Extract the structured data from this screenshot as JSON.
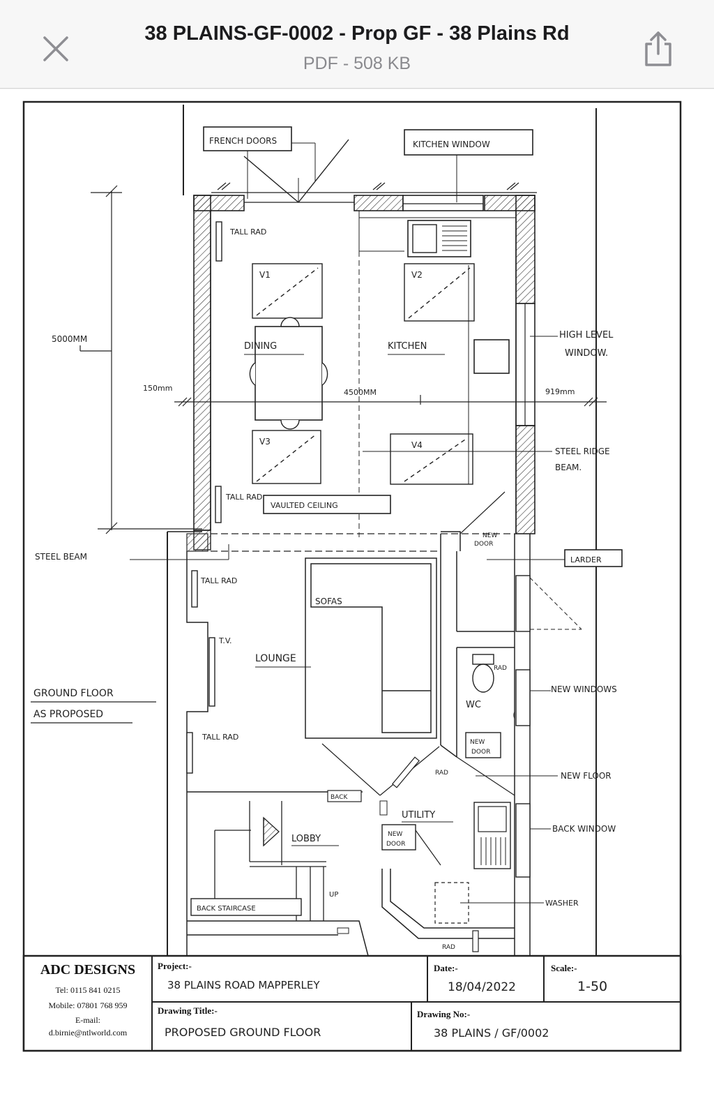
{
  "viewer": {
    "title": "38 PLAINS-GF-0002 - Prop GF - 38 Plains Rd",
    "subtitle": "PDF - 508 KB",
    "close_icon": "close-icon",
    "share_icon": "share-icon"
  },
  "drawing": {
    "labels": {
      "french_doors": "FRENCH DOORS",
      "kitchen_window": "KITCHEN WINDOW",
      "tall_rad": "TALL RAD",
      "v1": "V1",
      "v2": "V2",
      "v3": "V3",
      "v4": "V4",
      "dining": "DINING",
      "kitchen": "KITCHEN",
      "high_level_window_1": "HIGH LEVEL",
      "high_level_window_2": "WINDOW.",
      "dim_5000": "5000MM",
      "dim_150": "150mm",
      "dim_4500": "4500MM",
      "dim_919": "919mm",
      "steel_ridge_beam_1": "STEEL RIDGE",
      "steel_ridge_beam_2": "BEAM.",
      "vaulted_ceiling": "VAULTED CEILING",
      "new_door_1": "NEW",
      "new_door_2": "DOOR",
      "steel_beam": "STEEL BEAM",
      "larder": "LARDER",
      "sofas": "SOFAS",
      "tv": "T.V.",
      "lounge": "LOUNGE",
      "rad": "RAD",
      "new_windows": "NEW WINDOWS",
      "ground_floor_1": "GROUND FLOOR",
      "ground_floor_2": "AS PROPOSED",
      "wc": "WC",
      "new_floor": "NEW FLOOR",
      "back_window": "BACK WINDOW",
      "utility": "UTILITY",
      "back": "BACK",
      "lobby": "LOBBY",
      "back_staircase": "BACK STAIRCASE",
      "up": "UP",
      "washer": "WASHER"
    },
    "title_block": {
      "company": "ADC DESIGNS",
      "tel": "Tel: 0115 841 0215",
      "mobile": "Mobile: 07801 768 959",
      "email_label": "E-mail:",
      "email": "d.birnie@ntlworld.com",
      "project_label": "Project:-",
      "project_value": "38 PLAINS ROAD MAPPERLEY",
      "date_label": "Date:-",
      "date_value": "18/04/2022",
      "scale_label": "Scale:-",
      "scale_value": "1-50",
      "drawing_title_label": "Drawing Title:-",
      "drawing_title_value": "PROPOSED GROUND FLOOR",
      "drawing_no_label": "Drawing No:-",
      "drawing_no_value": "38 PLAINS / GF/0002"
    }
  }
}
